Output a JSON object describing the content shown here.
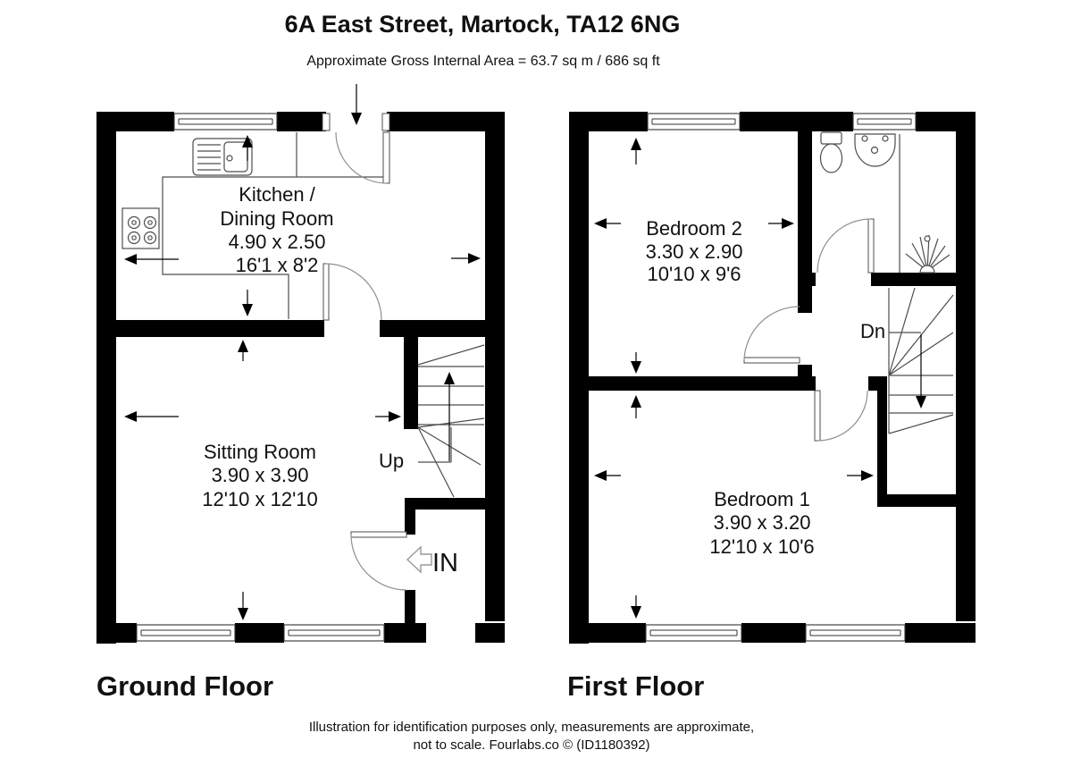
{
  "header": {
    "title": "6A East Street, Martock, TA12 6NG",
    "subtitle": "Approximate Gross Internal Area = 63.7 sq m / 686 sq ft"
  },
  "ground_floor": {
    "label": "Ground Floor",
    "stairs_label": "Up",
    "entry_label": "IN",
    "rooms": [
      {
        "name": "Kitchen /",
        "name2": "Dining Room",
        "metric": "4.90 x 2.50",
        "imperial": "16'1 x 8'2"
      },
      {
        "name": "Sitting Room",
        "metric": "3.90 x 3.90",
        "imperial": "12'10 x 12'10"
      }
    ]
  },
  "first_floor": {
    "label": "First Floor",
    "stairs_label": "Dn",
    "rooms": [
      {
        "name": "Bedroom 2",
        "metric": "3.30 x 2.90",
        "imperial": "10'10 x 9'6"
      },
      {
        "name": "Bedroom 1",
        "metric": "3.90 x 3.20",
        "imperial": "12'10 x 10'6"
      }
    ]
  },
  "footer": {
    "line1": "Illustration for identification purposes only, measurements are approximate,",
    "line2": "not to scale. Fourlabs.co © (ID1180392)"
  },
  "colors": {
    "wall": "#000000",
    "detail_line": "#4d4d4d",
    "door_arc": "#8f8f8f",
    "text": "#111111",
    "background": "#ffffff"
  }
}
